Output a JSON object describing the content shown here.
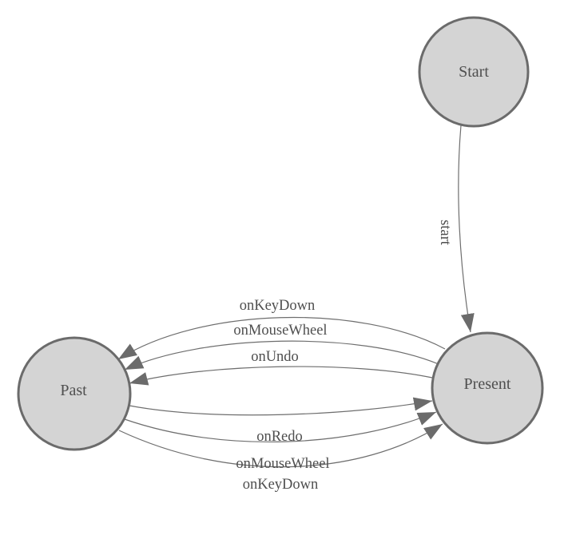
{
  "diagram": {
    "type": "state-machine",
    "colors": {
      "background": "#ffffff",
      "node_fill": "#d4d4d4",
      "node_stroke": "#6b6b6b",
      "edge_stroke": "#6e6e6e",
      "arrowhead_fill": "#6b6b6b",
      "label_text": "#4f4f4f"
    },
    "nodes": [
      {
        "id": "start",
        "label": "Start"
      },
      {
        "id": "past",
        "label": "Past"
      },
      {
        "id": "present",
        "label": "Present"
      }
    ],
    "edges": [
      {
        "from": "start",
        "to": "present",
        "label": "start"
      },
      {
        "from": "present",
        "to": "past",
        "label": "onKeyDown"
      },
      {
        "from": "present",
        "to": "past",
        "label": "onMouseWheel"
      },
      {
        "from": "present",
        "to": "past",
        "label": "onUndo"
      },
      {
        "from": "past",
        "to": "present",
        "label": "onRedo"
      },
      {
        "from": "past",
        "to": "present",
        "label": "onMouseWheel"
      },
      {
        "from": "past",
        "to": "present",
        "label": "onKeyDown"
      }
    ]
  }
}
